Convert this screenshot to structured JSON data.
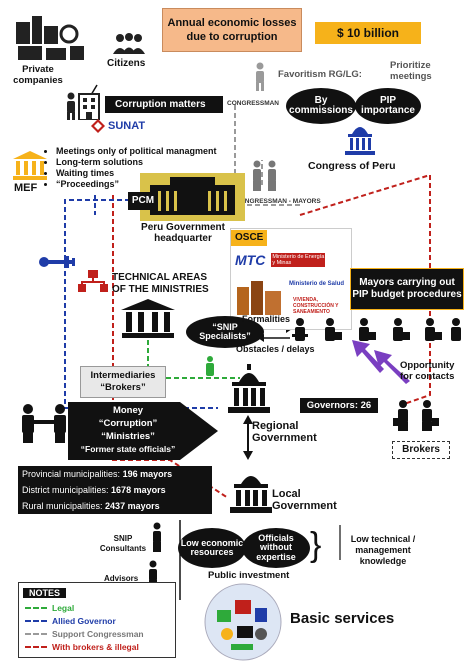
{
  "header": {
    "losses_title": "Annual economic losses due to corruption",
    "losses_value": "$ 10 billion"
  },
  "actors": {
    "private_companies": "Private companies",
    "citizens": "Citizens",
    "corruption_matters": "Corruption matters",
    "sunat": "SUNAT",
    "mef": "MEF",
    "mef_items": [
      "Meetings only of political managment",
      "Long-term solutions",
      "Waiting times",
      "“Proceedings”"
    ],
    "favoritism": "Favoritism RG/LG:",
    "prioritize": "Prioritize meetings",
    "congressman": "CONGRESSMAN",
    "by_commissions": "By commissions",
    "pip_importance": "PIP importance",
    "congress": "Congress of Peru",
    "congressman_mayors": "CONGRESSMAN - MAYORS",
    "pcm": "PCM",
    "peru_gov": "Peru Government headquarter",
    "technical_areas": "TECHNICAL AREAS OF THE MINISTRIES",
    "osce": "OSCE",
    "mtc": "MTC",
    "ministerio_energia": "Ministerio de Energía y Minas",
    "ministerio_salud": "Ministerio de Salud",
    "ministerio_vivienda": "VIVIENDA, CONSTRUCCIÓN Y SANEAMIENTO",
    "mayors_pip": "Mayors carrying out PIP budget procedures",
    "snip_specialists": "“SNIP Specialists”",
    "formalities": "Formalities",
    "obstacles": "Obstacles / delays",
    "opportunity": "Opportunity for contacts",
    "intermediaries": "Intermediaries “Brokers”",
    "governors": "Governors: 26",
    "regional_gov": "Regional Government",
    "brokers": "Brokers",
    "money_lines": [
      "Money",
      "“Corruption”",
      "“Ministries”",
      "“Former state officials”"
    ],
    "provincial": "Provincial municipalities:",
    "provincial_val": "196 mayors",
    "district": "District municipalities:",
    "district_val": "1678 mayors",
    "rural": "Rural municipalities:",
    "rural_val": "2437 mayors",
    "local_gov": "Local Government",
    "snip_consultants": "SNIP Consultants",
    "advisors": "Advisors",
    "low_resources": "Low economic resources",
    "officials_expertise": "Officials without expertise",
    "low_technical": "Low technical / management knowledge",
    "public_investment": "Public investment",
    "basic_services": "Basic services"
  },
  "notes": {
    "title": "NOTES",
    "items": [
      {
        "label": "Legal",
        "color": "#2eaa3a"
      },
      {
        "label": "Allied Governor",
        "color": "#1f3ca8"
      },
      {
        "label": "Support Congressman",
        "color": "#9a9a9a"
      },
      {
        "label": "With brokers & illegal",
        "color": "#c0201b"
      }
    ]
  },
  "colors": {
    "orange": "#f6b98a",
    "gold": "#f6b21a",
    "purple": "#7a3fc1"
  }
}
